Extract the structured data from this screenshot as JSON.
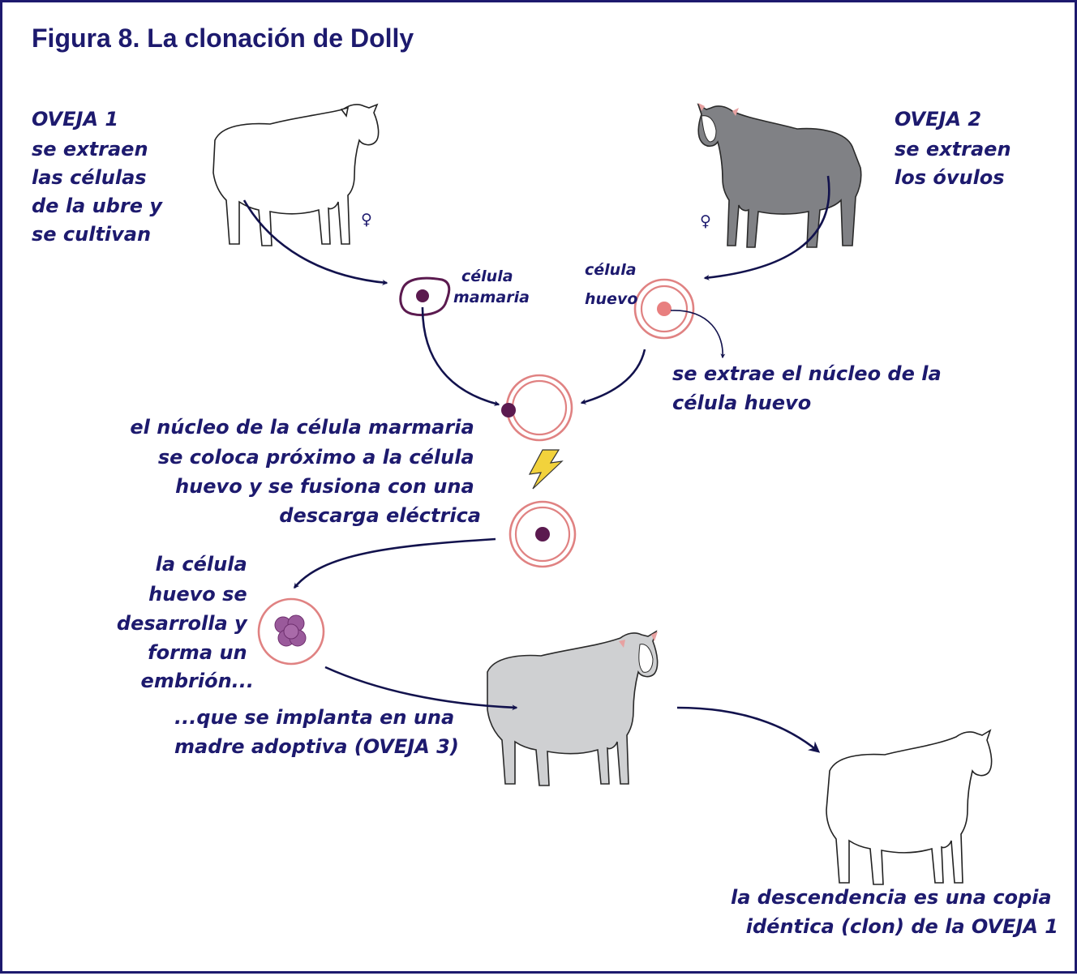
{
  "title": "Figura 8.  La clonación de Dolly",
  "colors": {
    "border": "#1d1a6e",
    "text": "#1d1a6e",
    "arrow": "#12124d",
    "ring": "#e08282",
    "nucleus_mammary": "#5b1a4f",
    "nucleus_egg": "#e87f7f",
    "embryo": "#9a5a9b",
    "sheep2_fill": "#808185",
    "sheep3_fill": "#cfd0d2",
    "bolt": "#f2d23c"
  },
  "sheep1": {
    "lines": [
      "OVEJA 1",
      "se extraen",
      "las células",
      "de la ubre y",
      "se cultivan"
    ],
    "symbol": "♀"
  },
  "sheep2": {
    "lines": [
      "OVEJA 2",
      "se extraen",
      "los óvulos"
    ],
    "symbol": "♀"
  },
  "mammary_cell": {
    "lines": [
      "célula",
      "mamaria"
    ]
  },
  "egg_cell": {
    "lines": [
      "célula",
      "huevo"
    ]
  },
  "extract_nucleus": {
    "lines": [
      "se extrae el núcleo de la",
      "célula huevo"
    ]
  },
  "fusion": {
    "lines": [
      "el núcleo de la célula marmaria",
      "se coloca próximo a la célula",
      "huevo y se fusiona con una",
      "descarga eléctrica"
    ]
  },
  "embryo": {
    "lines": [
      "la célula",
      "huevo se",
      "desarrolla y",
      "forma un",
      "embrión..."
    ]
  },
  "implant": {
    "lines": [
      "...que se implanta en una",
      "madre adoptiva (OVEJA 3)"
    ]
  },
  "offspring": {
    "lines": [
      "la descendencia es una copia",
      "idéntica (clon) de la OVEJA 1"
    ]
  },
  "icons": [
    "sheep-icon",
    "female-symbol-icon",
    "lightning-bolt-icon",
    "cell-icon",
    "embryo-icon"
  ]
}
